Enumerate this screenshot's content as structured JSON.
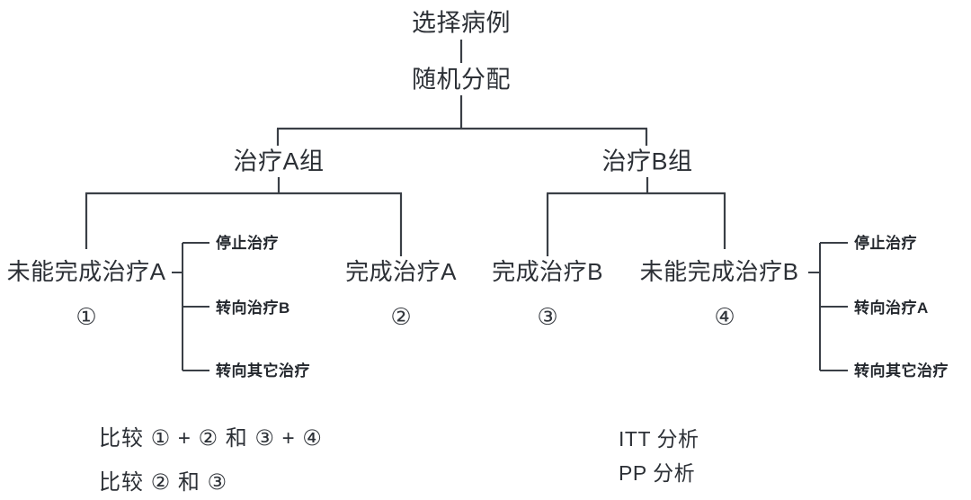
{
  "diagram": {
    "title_node": "选择病例",
    "randomize_node": "随机分配",
    "group_a": "治疗A组",
    "group_b": "治疗B组",
    "nodes": {
      "a_incomplete": "未能完成治疗A",
      "a_incomplete_marker": "①",
      "a_complete": "完成治疗A",
      "a_complete_marker": "②",
      "b_complete": "完成治疗B",
      "b_complete_marker": "③",
      "b_incomplete": "未能完成治疗B",
      "b_incomplete_marker": "④"
    },
    "left_leaves": [
      "停止治疗",
      "转向治疗B",
      "转向其它治疗"
    ],
    "right_leaves": [
      "停止治疗",
      "转向治疗A",
      "转向其它治疗"
    ],
    "legend_left": [
      "比较 ① + ② 和 ③ + ④",
      "比较 ② 和 ③"
    ],
    "legend_right": [
      "ITT 分析",
      "PP 分析"
    ],
    "colors": {
      "line": "#3a3f46",
      "text": "#2c3036",
      "background": "#ffffff"
    }
  }
}
